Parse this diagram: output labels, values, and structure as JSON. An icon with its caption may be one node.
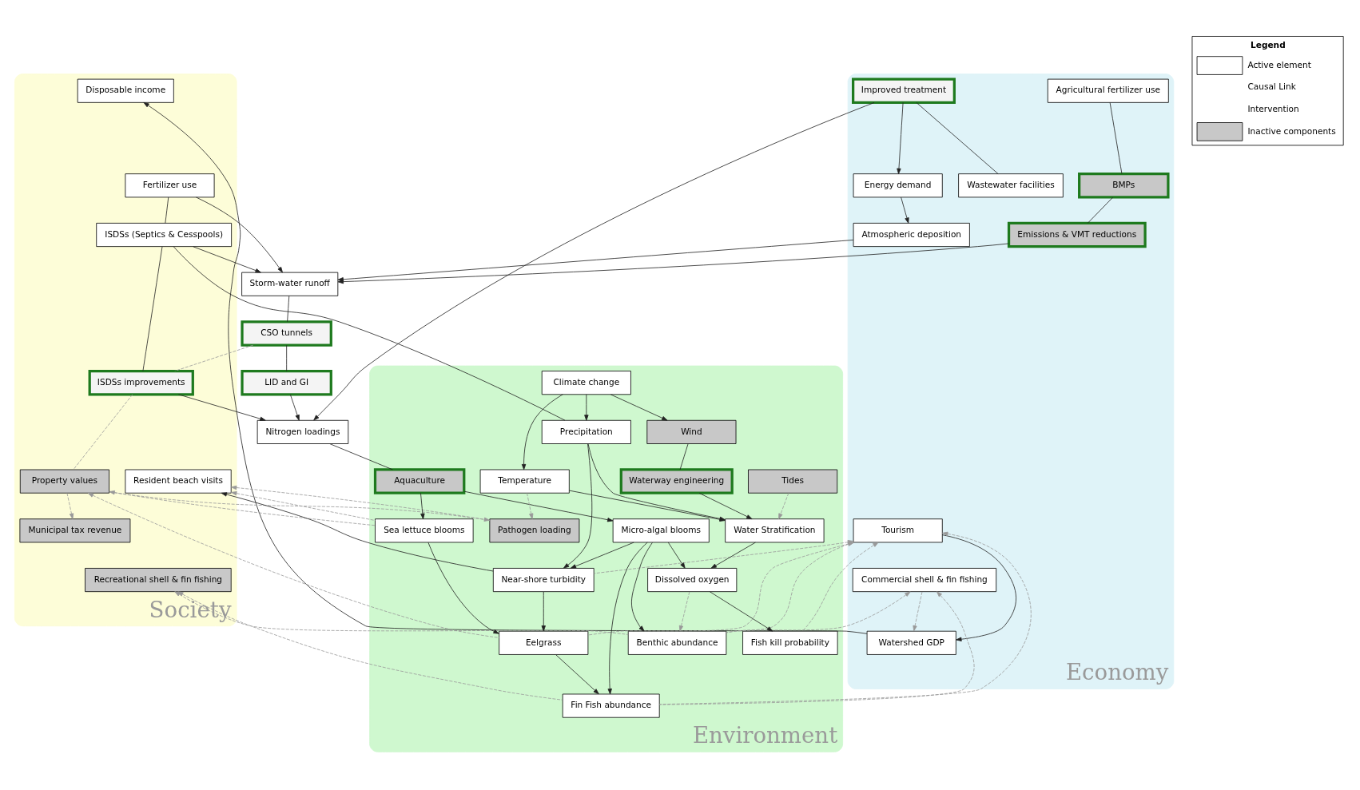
{
  "diagram": {
    "nodes": [
      {
        "text": [
          "Economy"
        ]
      },
      {
        "text": [
          "Watershed GDP"
        ],
        "in": 0
      },
      {
        "text": [
          "Atmospheric deposition"
        ],
        "in": 0
      },
      {
        "text": [
          "Emissions & VMT reductions"
        ],
        "in": 0
      },
      {
        "text": [
          "Agricultural fertilizer use"
        ],
        "in": 0
      },
      {
        "text": [
          "BMPs"
        ],
        "in": 0
      },
      {
        "text": [
          "Energy demand"
        ],
        "in": 0
      },
      {
        "text": [
          "Improved treatment"
        ],
        "in": 0
      },
      {
        "text": [
          "Tourism"
        ],
        "in": 0
      },
      {
        "text": [
          "Commercial shell & fin fishing"
        ],
        "in": 0
      },
      {
        "text": [
          "Wastewater facilities"
        ],
        "in": 0
      },
      {
        "text": [
          "Storm-water runoff"
        ]
      },
      {
        "text": [
          "CSO tunnels"
        ]
      },
      {
        "text": [
          "LID and GI"
        ]
      },
      {
        "text": [
          "Nitrogen loadings"
        ]
      },
      {
        "text": [
          "Society"
        ]
      },
      {
        "text": [
          "Fertilizer use"
        ],
        "in": 15
      },
      {
        "text": [
          "Disposable income"
        ],
        "in": 15
      },
      {
        "text": [
          "ISDSs (Septics & Cesspools)"
        ],
        "in": 15
      },
      {
        "text": [
          "Municipal tax revenue"
        ],
        "in": 15
      },
      {
        "text": [
          "ISDSs improvements"
        ],
        "in": 15
      },
      {
        "text": [
          "Recreational shell & fin fishing"
        ],
        "in": 15
      },
      {
        "text": [
          "Property values"
        ],
        "in": 15
      },
      {
        "text": [
          "Resident beach visits"
        ],
        "in": 15
      },
      {
        "text": [
          "Environment"
        ]
      },
      {
        "text": [
          "Fish kill probability"
        ],
        "in": 24
      },
      {
        "text": [
          "Benthic abundance"
        ],
        "in": 24
      },
      {
        "text": [
          "Fin Fish abundance"
        ],
        "in": 24
      },
      {
        "text": [
          "Eelgrass"
        ],
        "in": 24
      },
      {
        "text": [
          "Near-shore turbidity"
        ],
        "in": 24
      },
      {
        "text": [
          "Pathogen loading"
        ],
        "in": 24
      },
      {
        "text": [
          "Aquaculture"
        ],
        "in": 24
      },
      {
        "text": [
          "Climate change"
        ],
        "in": 24
      },
      {
        "text": [
          "Micro-algal blooms"
        ],
        "in": 24
      },
      {
        "text": [
          "Sea lettuce blooms"
        ],
        "in": 24
      },
      {
        "text": [
          "Precipitation"
        ],
        "in": 24
      },
      {
        "text": [
          "Temperature"
        ],
        "in": 24
      },
      {
        "text": [
          "Wind"
        ],
        "in": 24
      },
      {
        "text": [
          "Dissolved oxygen"
        ],
        "in": 24
      },
      {
        "text": [
          "Water Stratification"
        ],
        "in": 24
      },
      {
        "text": [
          "Waterway engineering"
        ],
        "in": 24
      },
      {
        "text": [
          "Tides"
        ],
        "in": 24
      }
    ],
    "edges": [
      {
        "from": 1,
        "to": 17,
        "arrow": "to"
      },
      {
        "from": 2,
        "to": 11,
        "arrow": "to"
      },
      {
        "from": 4,
        "to": 5,
        "arrow": "none"
      },
      {
        "from": 5,
        "to": 3,
        "arrow": "none"
      },
      {
        "from": 3,
        "to": 11,
        "arrow": "to"
      },
      {
        "from": 16,
        "to": 11,
        "arrow": "to"
      },
      {
        "from": 18,
        "to": 11,
        "arrow": "to"
      },
      {
        "from": 16,
        "to": 18,
        "arrow": "none"
      },
      {
        "from": 18,
        "to": 35,
        "arrow": "none"
      },
      {
        "from": 18,
        "to": 20,
        "arrow": "none"
      },
      {
        "from": 11,
        "to": 12,
        "arrow": "none"
      },
      {
        "from": 12,
        "to": 13,
        "arrow": "none"
      },
      {
        "from": 13,
        "to": 14,
        "arrow": "to"
      },
      {
        "from": 6,
        "to": 2,
        "arrow": "to"
      },
      {
        "from": 7,
        "to": 6,
        "arrow": "to"
      },
      {
        "from": 7,
        "to": 10,
        "arrow": "none"
      },
      {
        "from": 7,
        "to": 14,
        "arrow": "to"
      },
      {
        "from": 20,
        "to": 14,
        "arrow": "to"
      },
      {
        "from": 8,
        "to": 1,
        "arrow": "to"
      },
      {
        "from": 9,
        "to": 1,
        "arrow": "to",
        "style": "dashed",
        "color": "#999999"
      },
      {
        "from": 12,
        "to": 20,
        "arrow": "none",
        "style": "dashed",
        "color": "#999999"
      },
      {
        "from": 20,
        "to": 22,
        "arrow": "none",
        "style": "dashed",
        "color": "#999999"
      },
      {
        "from": 22,
        "to": 19,
        "arrow": "to",
        "style": "dashed",
        "color": "#999999"
      },
      {
        "from": 22,
        "to": 30,
        "arrow": "to",
        "style": "dashed",
        "color": "#999999"
      },
      {
        "from": 30,
        "to": 23,
        "arrow": "to",
        "style": "dashed",
        "color": "#999999"
      },
      {
        "from": 34,
        "to": 23,
        "arrow": "to",
        "style": "dashed",
        "color": "#999999"
      },
      {
        "from": 36,
        "to": 30,
        "arrow": "to",
        "style": "dashed",
        "color": "#999999"
      },
      {
        "from": 25,
        "to": 8,
        "arrow": "to",
        "style": "dashed",
        "color": "#999999"
      },
      {
        "from": 26,
        "to": 8,
        "arrow": "to",
        "style": "dashed",
        "color": "#999999"
      },
      {
        "from": 27,
        "to": 8,
        "arrow": "to",
        "style": "dashed",
        "color": "#999999"
      },
      {
        "from": 28,
        "to": 8,
        "arrow": "to",
        "style": "dashed",
        "color": "#999999"
      },
      {
        "from": 29,
        "to": 8,
        "arrow": "to",
        "style": "dashed",
        "color": "#999999"
      },
      {
        "from": 26,
        "to": 9,
        "arrow": "to",
        "style": "dashed",
        "color": "#999999"
      },
      {
        "from": 27,
        "to": 9,
        "arrow": "to",
        "style": "dashed",
        "color": "#999999"
      },
      {
        "from": 26,
        "to": 21,
        "arrow": "to",
        "style": "dashed",
        "color": "#999999"
      },
      {
        "from": 27,
        "to": 21,
        "arrow": "to",
        "style": "dashed",
        "color": "#999999"
      },
      {
        "from": 28,
        "to": 22,
        "arrow": "to",
        "style": "dashed",
        "color": "#999999"
      },
      {
        "from": 34,
        "to": 22,
        "arrow": "to",
        "style": "dashed",
        "color": "#999999"
      },
      {
        "from": 29,
        "to": 23,
        "arrow": "to"
      },
      {
        "from": 14,
        "to": 31,
        "arrow": "none"
      },
      {
        "from": 31,
        "to": 33,
        "arrow": "to"
      },
      {
        "from": 31,
        "to": 34,
        "arrow": "to"
      },
      {
        "from": 28,
        "to": 27,
        "arrow": "to"
      },
      {
        "from": 29,
        "to": 28,
        "arrow": "to"
      },
      {
        "from": 34,
        "to": 28,
        "arrow": "to"
      },
      {
        "from": 33,
        "to": 27,
        "arrow": "to"
      },
      {
        "from": 33,
        "to": 26,
        "arrow": "to"
      },
      {
        "from": 33,
        "to": 38,
        "arrow": "to"
      },
      {
        "from": 33,
        "to": 29,
        "arrow": "to"
      },
      {
        "from": 35,
        "to": 29,
        "arrow": "to"
      },
      {
        "from": 38,
        "to": 25,
        "arrow": "to"
      },
      {
        "from": 38,
        "to": 26,
        "arrow": "to",
        "style": "dashed",
        "color": "#999999"
      },
      {
        "from": 39,
        "to": 38,
        "arrow": "to"
      },
      {
        "from": 32,
        "to": 35,
        "arrow": "to"
      },
      {
        "from": 32,
        "to": 36,
        "arrow": "to"
      },
      {
        "from": 32,
        "to": 37,
        "arrow": "to"
      },
      {
        "from": 35,
        "to": 39,
        "arrow": "to"
      },
      {
        "from": 36,
        "to": 39,
        "arrow": "to"
      },
      {
        "from": 40,
        "to": 39,
        "arrow": "to"
      },
      {
        "from": 37,
        "to": 40,
        "arrow": "none"
      },
      {
        "from": 41,
        "to": 39,
        "arrow": "to",
        "style": "dashed",
        "color": "#999999"
      }
    ],
    "labels": [
      "Legend"
    ],
    "legend": [
      {
        "text": "Active element",
        "color": "#ffffff"
      },
      {
        "text": "Causal Link"
      },
      {
        "text": "Intervention"
      },
      {
        "text": "Inactive components",
        "color": "#c8c8c8"
      }
    ]
  }
}
